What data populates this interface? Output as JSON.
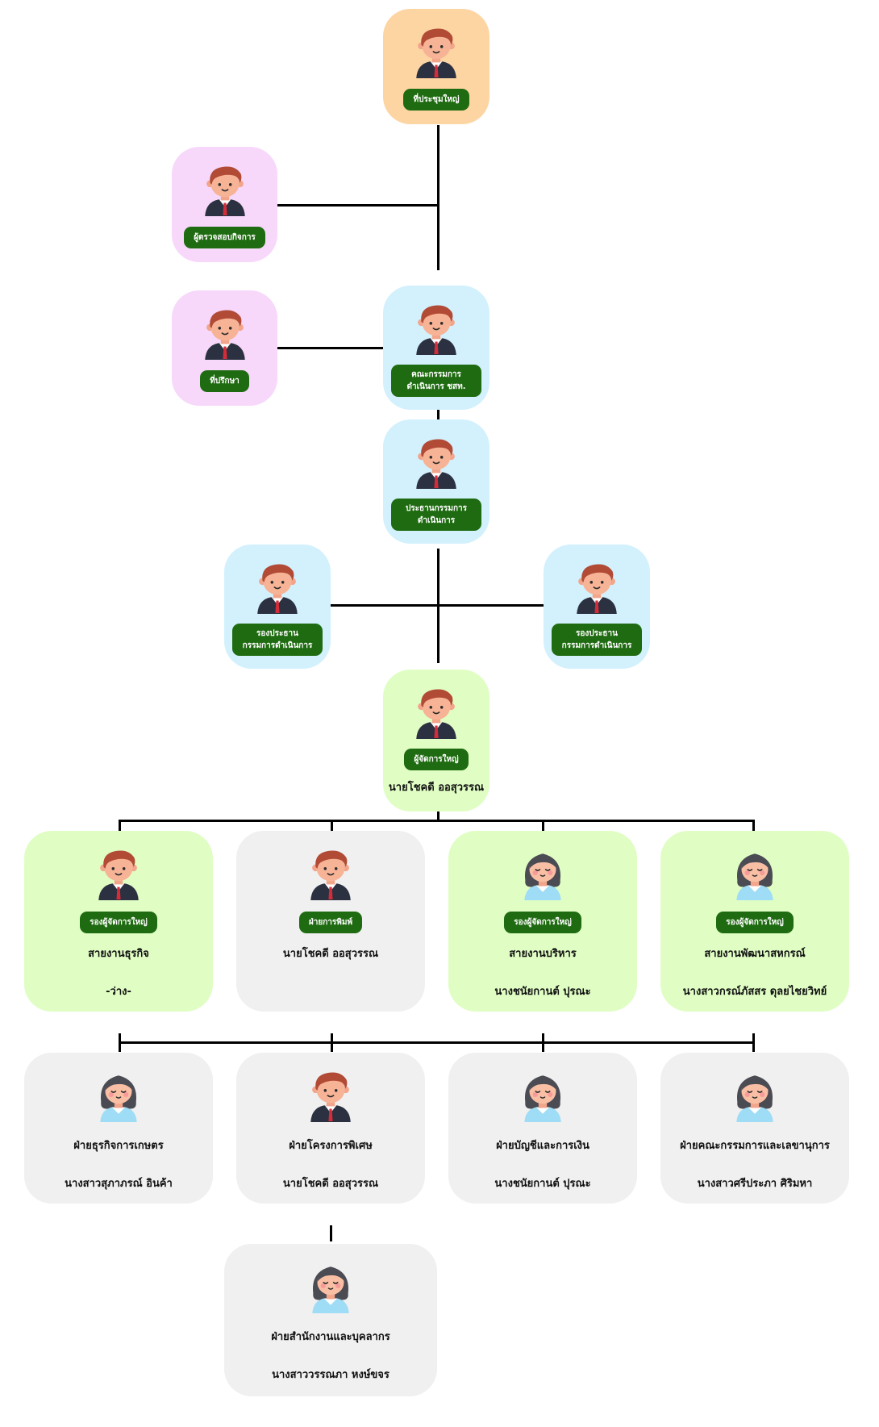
{
  "chairman_meeting": {
    "role": "ที่ประชุมใหญ่"
  },
  "auditor": {
    "role": "ผู้ตรวจสอบกิจการ"
  },
  "advisor": {
    "role": "ที่ปรึกษา"
  },
  "board": {
    "role_line1": "คณะกรรมการ",
    "role_line2": "ดำเนินการ ชสท."
  },
  "board_chair": {
    "role_line1": "ประธานกรรมการ",
    "role_line2": "ดำเนินการ"
  },
  "vice_chair_left": {
    "role_line1": "รองประธาน",
    "role_line2": "กรรมการดำเนินการ"
  },
  "vice_chair_right": {
    "role_line1": "รองประธาน",
    "role_line2": "กรรมการดำเนินการ"
  },
  "general_manager": {
    "role": "ผู้จัดการใหญ่",
    "name": "นายโชคดี ออสุวรรณ"
  },
  "level4": [
    {
      "role": "รองผู้จัดการใหญ่",
      "dept": "สายงานธุรกิจ",
      "name": "-ว่าง-"
    },
    {
      "role": "ฝ่ายการพิมพ์",
      "dept": "นายโชคดี ออสุวรรณ",
      "name": ""
    },
    {
      "role": "รองผู้จัดการใหญ่",
      "dept": "สายงานบริหาร",
      "name": "นางชนัยกานต์ ปุรณะ"
    },
    {
      "role": "รองผู้จัดการใหญ่",
      "dept": "สายงานพัฒนาสหกรณ์",
      "name": "นางสาวกรณ์ภัสสร ดุลยไชยวิทย์"
    }
  ],
  "level5": [
    {
      "dept": "ฝ่ายธุรกิจการเกษตร",
      "name": "นางสาวสุภาภรณ์ อินค้า"
    },
    {
      "dept": "ฝ่ายโครงการพิเศษ",
      "name": "นายโชคดี ออสุวรรณ"
    },
    {
      "dept": "ฝ่ายบัญชีและการเงิน",
      "name": "นางชนัยกานต์ ปุรณะ"
    },
    {
      "dept": "ฝ่ายคณะกรรมการและเลขานุการ",
      "name": "นางสาวศรีประภา ศิริมหา"
    }
  ],
  "level6": {
    "dept": "ฝ่ายสำนักงานและบุคลากร",
    "name": "นางสาววรรณภา หงษ์ขจร"
  },
  "colors": {
    "orange": "#fdd5a2",
    "pink": "#f7d8fb",
    "blue": "#d2f1fd",
    "green": "#e0fec4",
    "gray": "#f0f0f0",
    "pill": "#1f6b11"
  },
  "icons": {
    "male": "man-avatar-icon",
    "female": "woman-avatar-icon"
  }
}
